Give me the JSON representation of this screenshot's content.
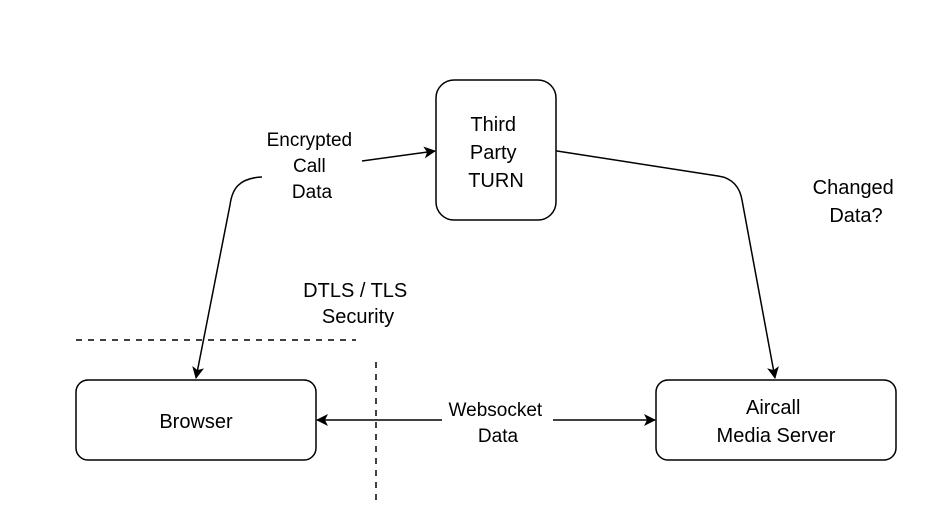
{
  "nodes": {
    "turn": {
      "lines": [
        "Third",
        "Party",
        "TURN"
      ]
    },
    "browser": {
      "lines": [
        "Browser"
      ]
    },
    "media_server": {
      "lines": [
        "Aircall",
        "Media Server"
      ]
    }
  },
  "edges": {
    "browser_turn": {
      "lines": [
        "Encrypted",
        "Call",
        "Data"
      ]
    },
    "browser_server": {
      "lines": [
        "Websocket",
        "Data"
      ]
    }
  },
  "annotations": {
    "changed_data": {
      "lines": [
        "Changed",
        "Data?"
      ]
    },
    "security": {
      "lines": [
        "DTLS / TLS",
        "Security"
      ]
    }
  },
  "colors": {
    "stroke": "#000000",
    "background": "#ffffff"
  }
}
